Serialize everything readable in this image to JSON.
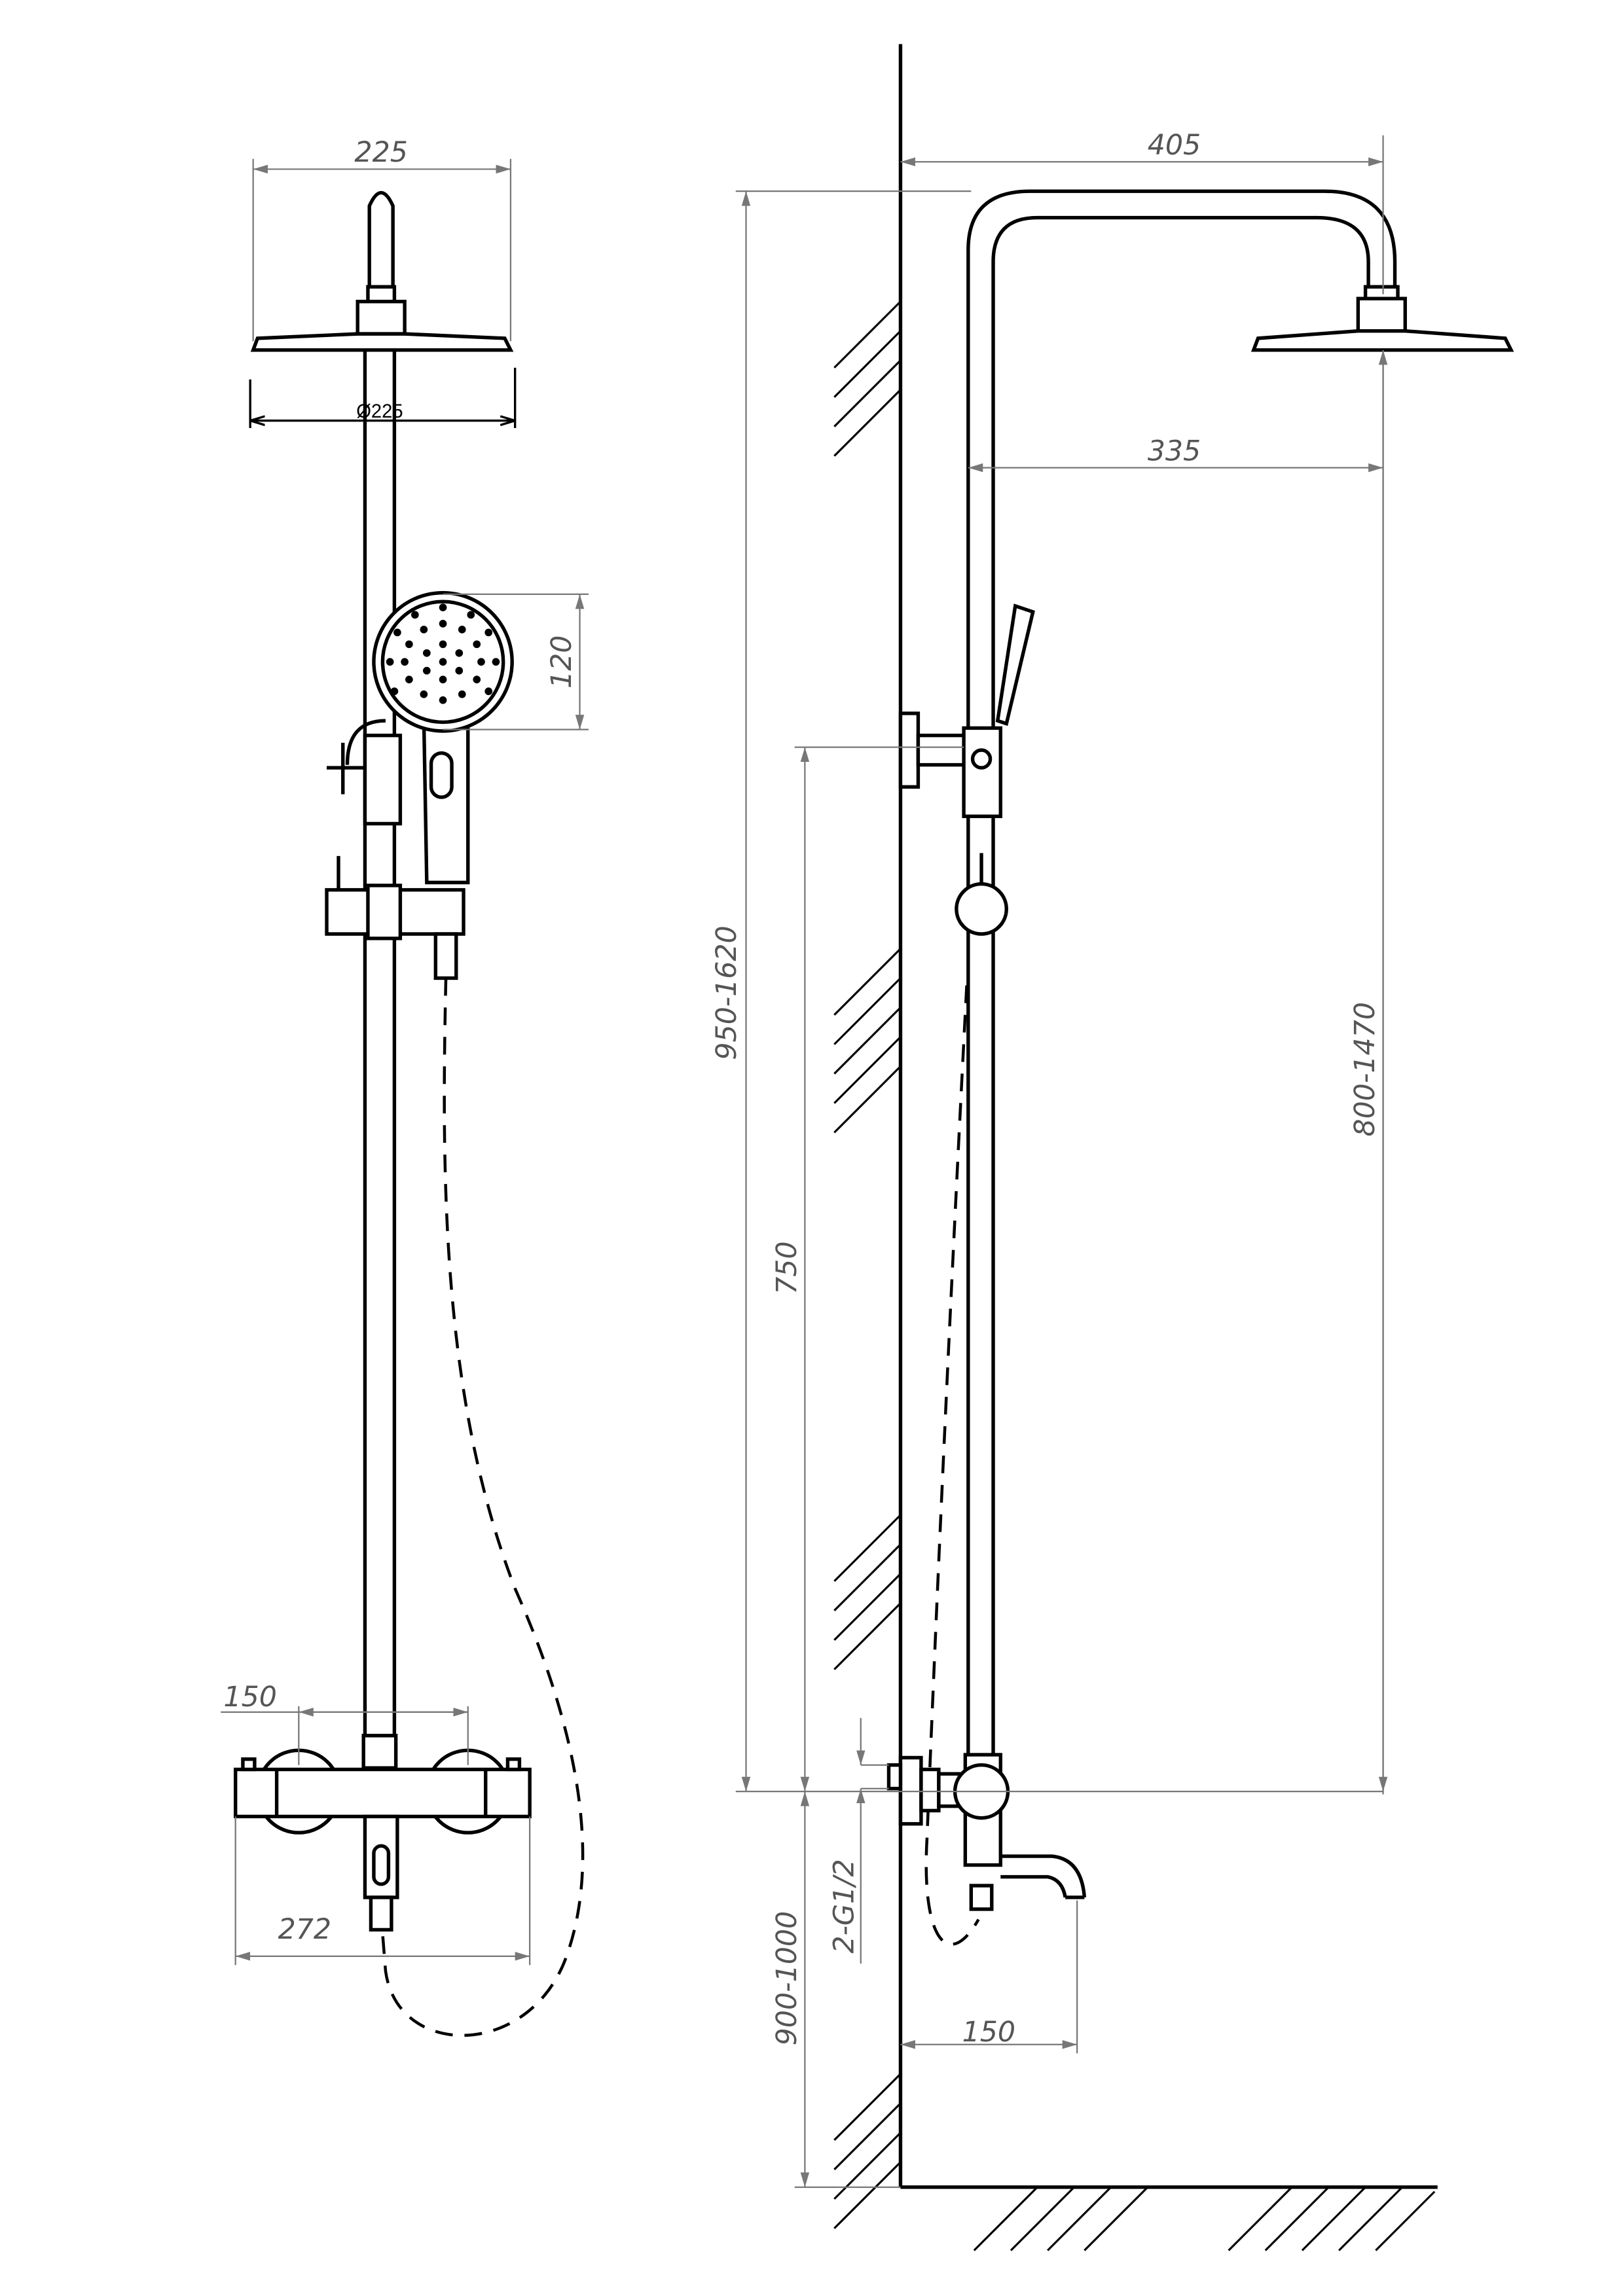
{
  "drawing": {
    "front_view": {
      "head_width": "225",
      "head_diameter": "Ø225",
      "hand_shower_diameter": "120",
      "mixer_inlet_spacing": "150",
      "mixer_width": "272"
    },
    "side_view": {
      "arm_projection": "405",
      "head_offset": "335",
      "total_height": "950-1620",
      "holder_height": "750",
      "rail_height": "800-1470",
      "inlet_thread": "2-G1/2",
      "mixer_height": "900-1000",
      "spout_projection": "150"
    },
    "colors": {
      "line": "#000000",
      "dimension": "#777777"
    }
  }
}
